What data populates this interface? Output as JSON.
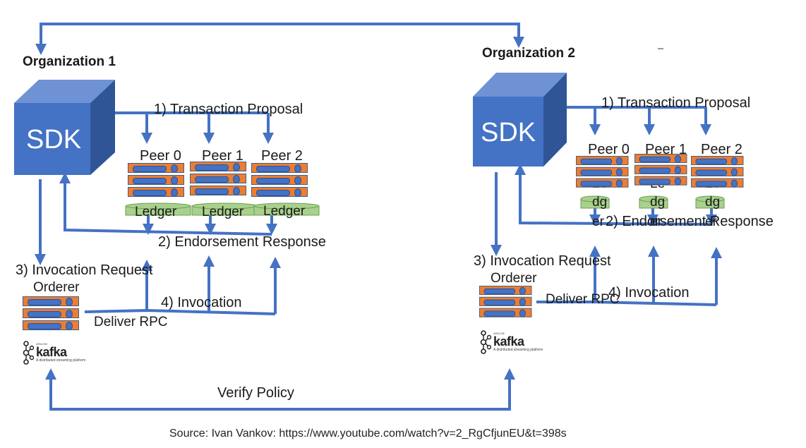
{
  "org1": {
    "title": "Organization 1",
    "sdk": "SDK",
    "step1": "1) Transaction Proposal",
    "peers": [
      "Peer 0",
      "Peer 1",
      "Peer 2"
    ],
    "ledger": "Ledger",
    "step2": "2) Endorsement Response",
    "step3": "3) Invocation Request",
    "orderer": "Orderer",
    "step4": "4) Invocation",
    "deliver": "Deliver RPC"
  },
  "org2": {
    "title": "Organization 2",
    "sdk": "SDK",
    "step1": "1) Transaction Proposal",
    "peers": [
      "Peer 0",
      "Peer 1",
      "Peer 2"
    ],
    "ledger_parts": [
      "Le",
      "dg",
      "er"
    ],
    "step2": "2) Endorsement Response",
    "step3": "3) Invocation Request",
    "orderer": "Orderer",
    "step4": "4) Invocation",
    "deliver": "Deliver RPC"
  },
  "kafka": {
    "word": "kafka",
    "apache": "APACHE",
    "tagline": "A distributed streaming platform"
  },
  "verify_policy": "Verify Policy",
  "source": "Source: Ivan Vankov: https://www.youtube.com/watch?v=2_RgCfjunEU&t=398s",
  "colors": {
    "arrow": "#4472c4",
    "cube_front": "#4472c4",
    "cube_top": "#6f92d4",
    "cube_side": "#2f5597",
    "server": "#ed7d31",
    "ledger": "#a9d18e"
  }
}
